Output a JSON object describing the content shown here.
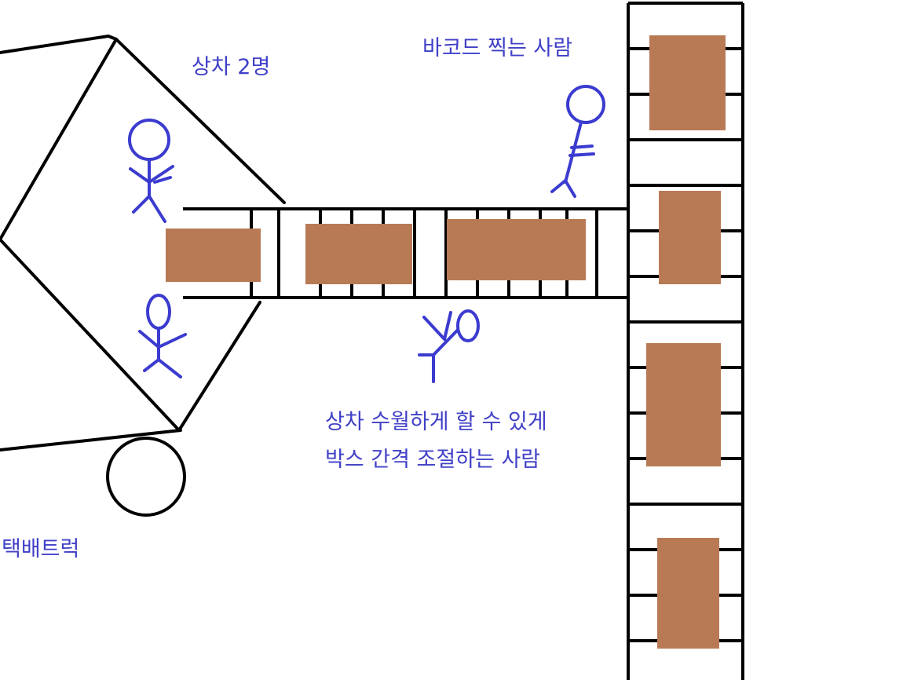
{
  "labels": {
    "loaders": "상차 2명",
    "barcode_person": "바코드 찍는 사람",
    "spacing_line1": "상차 수월하게 할 수 있게",
    "spacing_line2": "박스 간격 조절하는 사람",
    "truck": "택배트럭"
  },
  "colors": {
    "line": "#000000",
    "person": "#3b3bd0",
    "label": "#4040c8",
    "box": "#b87a55",
    "background": "#ffffff"
  }
}
